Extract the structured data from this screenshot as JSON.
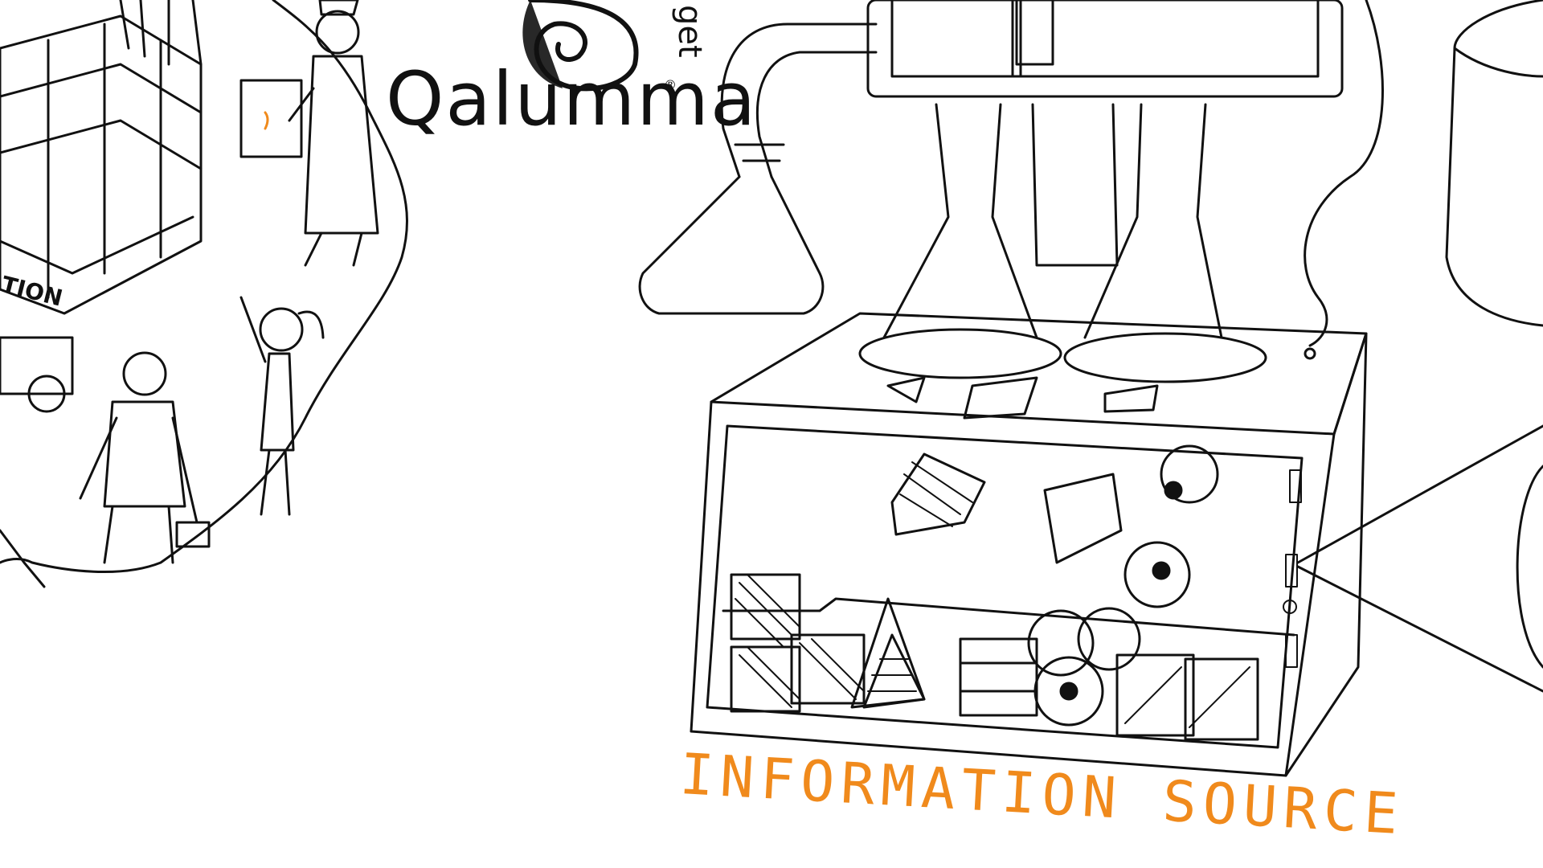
{
  "brand": {
    "name": "Qalumma",
    "registered_mark": "®"
  },
  "labels": {
    "information_source": "INFORMATION SOURCE",
    "partial_top": "get",
    "truck_side": "TION"
  },
  "colors": {
    "ink": "#111111",
    "accent_orange": "#f08a1c",
    "background": "#ffffff"
  },
  "icons": {
    "brand_mark": "spiral-snail-icon"
  }
}
